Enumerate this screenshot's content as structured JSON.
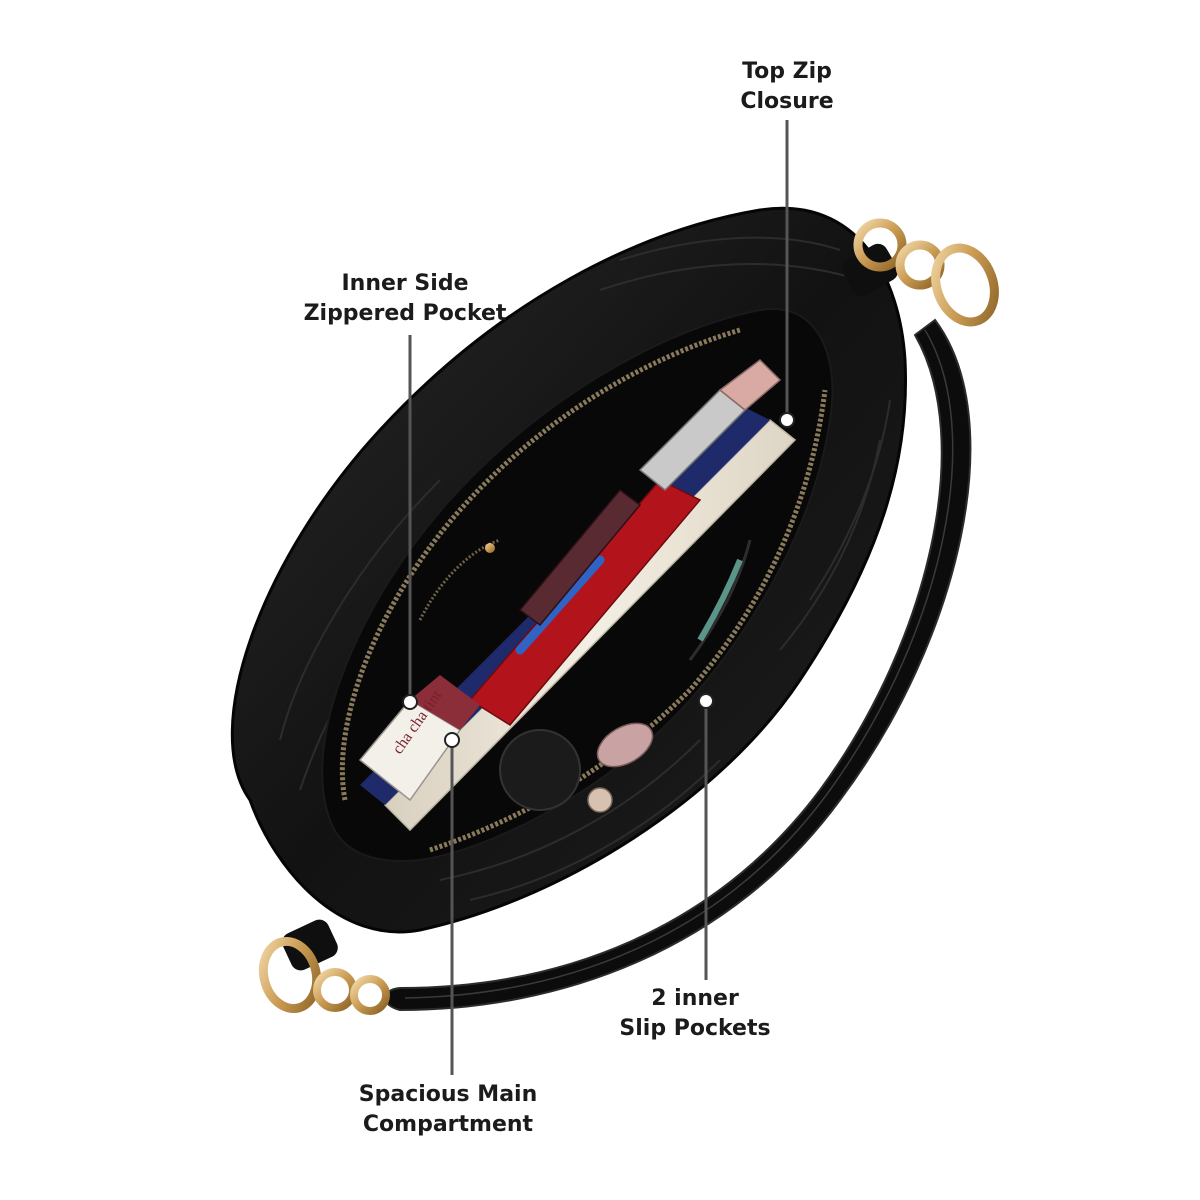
{
  "callouts": [
    {
      "id": "top-zip-closure",
      "line1": "Top Zip",
      "line2": "Closure"
    },
    {
      "id": "inner-side-zippered-pocket",
      "line1": "Inner Side",
      "line2": "Zippered Pocket"
    },
    {
      "id": "spacious-main-compartment",
      "line1": "Spacious Main",
      "line2": "Compartment"
    },
    {
      "id": "two-inner-slip-pockets",
      "line1": "2 inner",
      "line2": "Slip Pockets"
    }
  ],
  "product_text": {
    "lipstick_label": "cha cha tint"
  },
  "colors": {
    "bag_leather": "#141414",
    "strap": "#0d0d0d",
    "hardware_gold": "#c99a52",
    "zipper": "#8a7a5c",
    "book_pages": "#efe9dc",
    "callout_line": "#555555",
    "label_text": "#1b1b1b"
  }
}
